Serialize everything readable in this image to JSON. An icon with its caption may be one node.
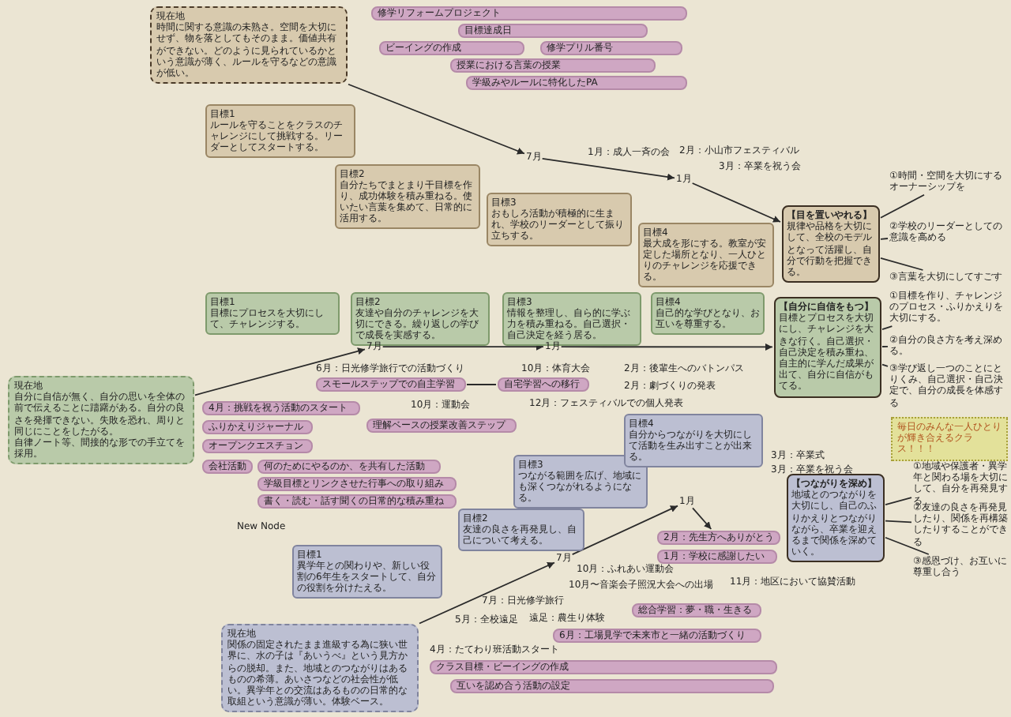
{
  "diagram": {
    "nodes": [
      {
        "text": [
          "現在地",
          "時間に関する意識の未熟さ。空間を大切にせず、物を落としてもそのまま。価値共有ができない。どのように見られているかという意識が薄く、ルールを守るなどの意識が低い。"
        ]
      },
      {
        "text": [
          "修学リフォームプロジェクト"
        ]
      },
      {
        "text": [
          "目標達成日"
        ]
      },
      {
        "text": [
          "ビーイングの作成"
        ]
      },
      {
        "text": [
          "修学プリル番号"
        ]
      },
      {
        "text": [
          "授業における言葉の授業"
        ]
      },
      {
        "text": [
          "学級みやルールに特化したPA"
        ]
      },
      {
        "text": [
          "目標1",
          "ルールを守ることをクラスのチャレンジにして挑戦する。リーダーとしてスタートする。"
        ]
      },
      {
        "text": [
          "7月"
        ]
      },
      {
        "text": [
          "目標2",
          "自分たちでまとまり干目標を作り、成功体験を積み重ねる。使いたい言葉を集めて、日常的に活用する。"
        ]
      },
      {
        "text": [
          "目標3",
          "おもしろ活動が積極的に生まれ、学校のリーダーとして振り立ちする。"
        ]
      },
      {
        "text": [
          "1月"
        ]
      },
      {
        "text": [
          "目標4",
          "最大成を形にする。教室が安定した場所となり、一人ひとりのチャレンジを応援できる。"
        ]
      },
      {
        "text": [
          "【目を置いやれる】",
          "規律や品格を大切にして、全校のモデルとなって活躍し、自分で行動を把握できる。"
        ]
      },
      {
        "text": [
          "①時間・空間を大切にするオーナーシップを"
        ]
      },
      {
        "text": [
          "②学校のリーダーとしての意識を高める"
        ]
      },
      {
        "text": [
          "③言葉を大切にしてすごす"
        ]
      },
      {
        "text": [
          "現在地",
          "自分に自信が無く、自分の思いを全体の前で伝えることに躊躇がある。自分の良さを発揮できない。失敗を恐れ、周りと同じにことをしたがる。",
          "自律ノート等、間接的な形での手立てを採用。"
        ]
      },
      {
        "text": [
          "目標1",
          "目標にプロセスを大切にして、チャレンジする。"
        ]
      },
      {
        "text": [
          "目標2",
          "友達や自分のチャレンジを大切にできる。繰り返しの学びで成長を実感する。"
        ]
      },
      {
        "text": [
          "目標3",
          "情報を整理し、自ら的に学ぶ力を積み重ねる。自己選択・自己決定を経う居る。"
        ]
      },
      {
        "text": [
          "目標4",
          "自己的な学びとなり、お互いを尊重する。"
        ]
      },
      {
        "text": [
          "7月"
        ]
      },
      {
        "text": [
          "1月"
        ]
      },
      {
        "text": [
          "【自分に自信をもつ】",
          "目標とプロセスを大切にし、チャレンジを大きな行く。自己選択・自己決定を積み重ね、自主的に学んだ成果が出て、自分に自信がもてる。"
        ]
      },
      {
        "text": [
          "①目標を作り、チャレンジのプロセス・ふりかえりを大切にする。"
        ]
      },
      {
        "text": [
          "②自分の良さ方を考え深める。"
        ]
      },
      {
        "text": [
          "③学び返し一つのことにとりくみ、自己選択・自己決定で、自分の成長を体感する"
        ]
      },
      {
        "text": [
          "毎日のみんな一人ひとりが輝き合えるクラス！！！"
        ]
      },
      {
        "text": [
          "4月：挑戦を祝う活動のスタート"
        ]
      },
      {
        "text": [
          "ふりかえりジャーナル"
        ]
      },
      {
        "text": [
          "オープンクエスチョン"
        ]
      },
      {
        "text": [
          "会社活動"
        ]
      },
      {
        "text": [
          "何のためにやるのか、を共有した活動"
        ]
      },
      {
        "text": [
          "学級目標とリンクさせた行事への取り組み"
        ]
      },
      {
        "text": [
          "書く・読む・話す聞くの日常的な積み重ね"
        ]
      },
      {
        "text": [
          "スモールステップでの自主学習"
        ]
      },
      {
        "text": [
          "自宅学習への移行"
        ]
      },
      {
        "text": [
          "理解ベースの授業改善ステップ"
        ]
      },
      {
        "text": [
          "現在地",
          "関係の固定されたまま進級する為に狭い世界に、水の子は『あいうべ』という見方からの脱却。また、地域とのつながりはあるものの希薄。あいさつなどの社会性が低い。異学年との交流はあるものの日常的な取組という意識が薄い。体験ベース。"
        ]
      },
      {
        "text": [
          "目標1",
          "異学年との関わりや、新しい役割の6年生をスタートして、自分の役割を分けたえる。"
        ]
      },
      {
        "text": [
          "目標2",
          "友達の良さを再発見し、自己について考える。"
        ]
      },
      {
        "text": [
          "目標3",
          "つながる範囲を広げ、地域にも深くつながれるようになる。"
        ]
      },
      {
        "text": [
          "目標4",
          "自分からつながりを大切にして活動を生み出すことが出来る。"
        ]
      },
      {
        "text": [
          "7月"
        ]
      },
      {
        "text": [
          "1月"
        ]
      },
      {
        "text": [
          "【つながりを深め】",
          "地域とのつながりを大切にし、自己のふりかえりとつながりながら、卒業を迎えるまで関係を深めていく。"
        ]
      },
      {
        "text": [
          "①地域や保護者・異学年と関わる場を大切にして、自分を再発見する"
        ]
      },
      {
        "text": [
          "②友達の良さを再発見したり、関係を再構築したりすることができる"
        ]
      },
      {
        "text": [
          "③感恩づけ、お互いに尊重し合う"
        ]
      },
      {
        "text": [
          "2月：先生方へありがとう"
        ]
      },
      {
        "text": [
          "1月：学校に感謝したい"
        ]
      },
      {
        "text": [
          "総合学習：夢・職・生きる"
        ]
      },
      {
        "text": [
          "6月：工場見学で未来市と一緒の活動づくり"
        ]
      },
      {
        "text": [
          "クラス目標・ビーイングの作成"
        ]
      },
      {
        "text": [
          "互いを認め合う活動の設定"
        ]
      }
    ],
    "edges": [
      {
        "from": 0,
        "to": 8,
        "arrow": "to"
      },
      {
        "from": 8,
        "to": 11,
        "arrow": "to"
      },
      {
        "from": 11,
        "to": 13,
        "arrow": "to"
      },
      {
        "from": 13,
        "to": 14,
        "arrow": "none"
      },
      {
        "from": 13,
        "to": 15,
        "arrow": "none"
      },
      {
        "from": 13,
        "to": 16,
        "arrow": "none"
      },
      {
        "from": 17,
        "to": 22,
        "arrow": "to"
      },
      {
        "from": 22,
        "to": 23,
        "arrow": "to"
      },
      {
        "from": 23,
        "to": 24,
        "arrow": "to"
      },
      {
        "from": 24,
        "to": 25,
        "arrow": "none"
      },
      {
        "from": 24,
        "to": 26,
        "arrow": "none"
      },
      {
        "from": 24,
        "to": 27,
        "arrow": "none"
      },
      {
        "from": 36,
        "to": 37,
        "arrow": "none"
      },
      {
        "from": 39,
        "to": 44,
        "arrow": "to"
      },
      {
        "from": 44,
        "to": 45,
        "arrow": "to"
      },
      {
        "from": 45,
        "to": 50,
        "arrow": "to"
      },
      {
        "from": 46,
        "to": 47,
        "arrow": "none"
      },
      {
        "from": 46,
        "to": 48,
        "arrow": "none"
      },
      {
        "from": 46,
        "to": 49,
        "arrow": "none"
      }
    ],
    "labels": [
      "1月：成人一斉の会",
      "2月：小山市フェスティバル",
      "3月：卒業を祝う会",
      "6月：日光修学旅行での活動づくり",
      "10月：体育大会",
      "2月：後輩生へのバトンパス",
      "2月：劇づくりの発表",
      "12月：フェスティバルでの個人発表",
      "10月：運動会",
      "New Node",
      "3月：卒業式",
      "3月：卒業を祝う会",
      "11月：地区において協賛活動",
      "10月：ふれあい運動会",
      "10月〜音楽会子照況大会への出場",
      "7月：日光修学旅行",
      "遠足：農生り体験",
      "5月：全校遠足",
      "4月：たてわり班活動スタート"
    ]
  }
}
